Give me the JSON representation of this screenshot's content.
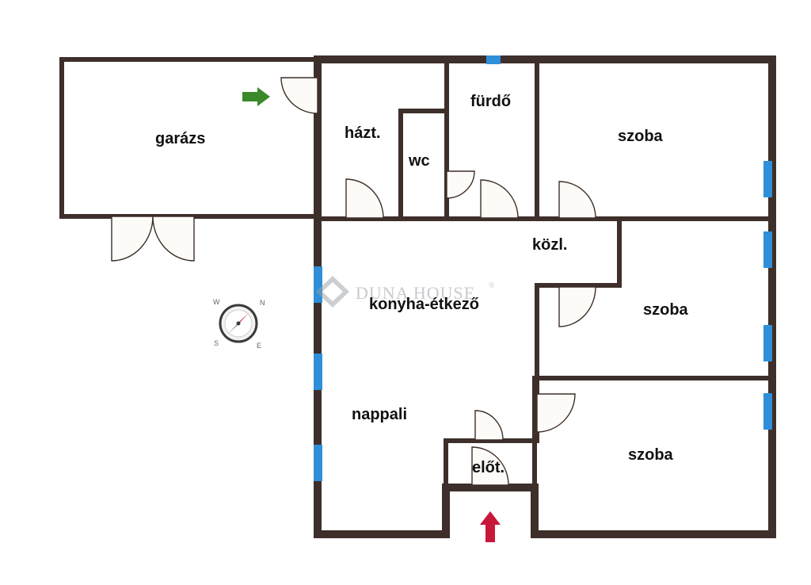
{
  "colors": {
    "wall": "#3e2f2a",
    "window": "#2f8fd8",
    "door_fill": "#fdfbf7",
    "door_stroke": "#3e2f2a",
    "arrow_green": "#3a8a2a",
    "arrow_red": "#c8183a",
    "watermark": "#9aa0a6"
  },
  "rooms": {
    "garazs": "garázs",
    "haztartasi": "házt.",
    "wc": "wc",
    "furdo": "fürdő",
    "szoba_top": "szoba",
    "kozlekedo": "közl.",
    "konyha": "konyha-étkező",
    "szoba_middle": "szoba",
    "nappali": "nappali",
    "szoba_bottom": "szoba",
    "eloter": "előt."
  },
  "watermark": {
    "brand": "DUNA HOUSE",
    "mark": "®"
  },
  "compass": {
    "n": "N",
    "e": "E",
    "s": "S",
    "w": "W"
  },
  "icons": {
    "entrance_garage": "arrow-right-icon",
    "entrance_main": "arrow-up-icon",
    "compass": "compass-icon"
  }
}
